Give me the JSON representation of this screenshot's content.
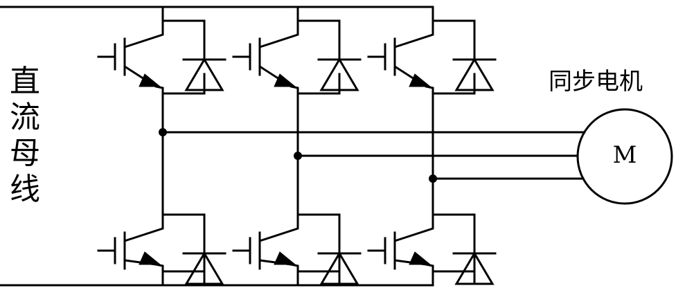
{
  "diagram": {
    "dc_bus_label": [
      "直",
      "流",
      "母",
      "线"
    ],
    "motor_title": "同步电机",
    "motor_symbol": "M",
    "line_color": "#000000",
    "background": "#ffffff"
  }
}
